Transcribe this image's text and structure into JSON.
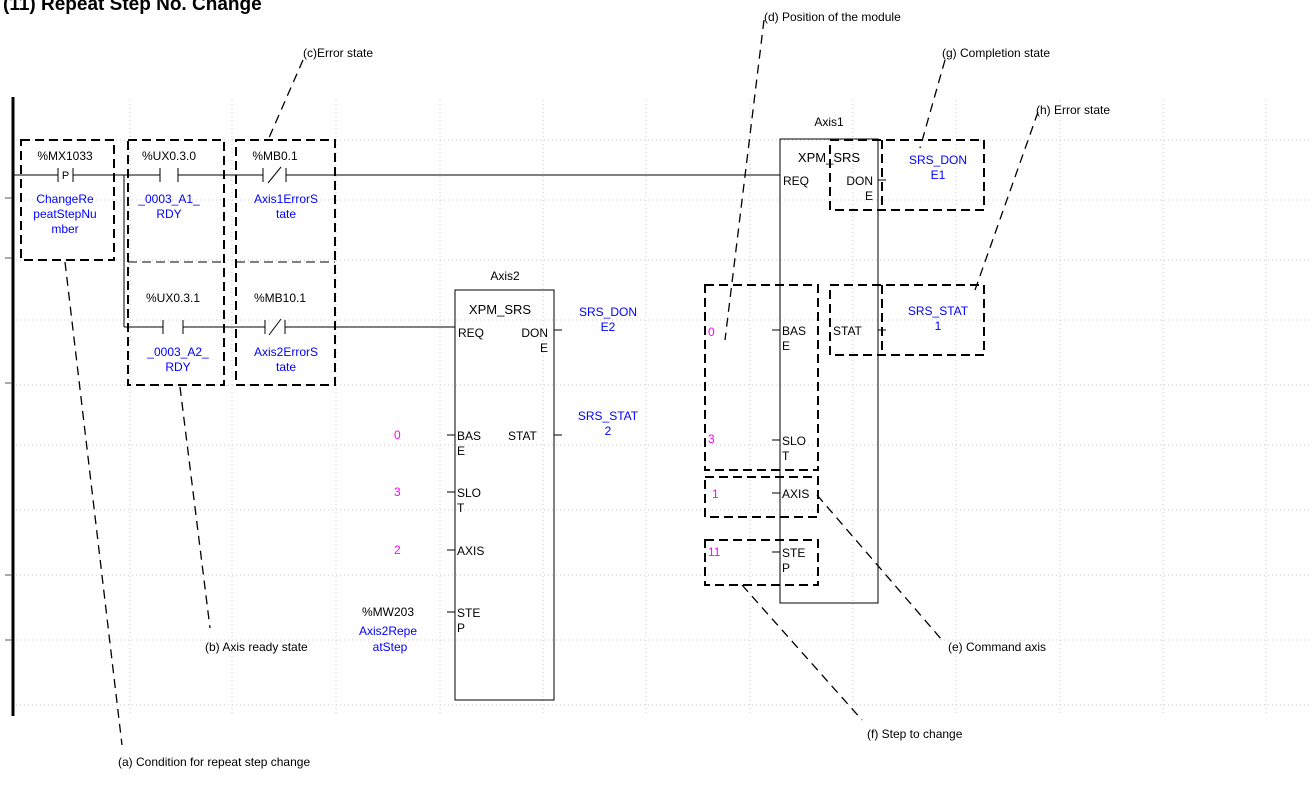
{
  "title": "(11) Repeat Step No. Change",
  "annotations": {
    "a": "(a) Condition for repeat step change",
    "b": "(b) Axis ready state",
    "c": "(c)Error state",
    "d": "(d) Position of the module",
    "e": "(e) Command axis",
    "f": "(f) Step to change",
    "g": "(g) Completion state",
    "h": "(h) Error state"
  },
  "rung1": {
    "contacts": [
      {
        "address": "%MX1033",
        "symbol": "P",
        "name_lines": [
          "ChangeRe",
          "peatStepNu",
          "mber"
        ]
      },
      {
        "address": "%UX0.3.0",
        "symbol": "",
        "name_lines": [
          "_0003_A1_",
          "RDY"
        ]
      },
      {
        "address": "%MB0.1",
        "symbol": "/",
        "name_lines": [
          "Axis1ErrorS",
          "tate"
        ]
      }
    ]
  },
  "rung2": {
    "contacts": [
      {
        "address": "%UX0.3.1",
        "symbol": "",
        "name_lines": [
          "_0003_A2_",
          "RDY"
        ]
      },
      {
        "address": "%MB10.1",
        "symbol": "/",
        "name_lines": [
          "Axis2ErrorS",
          "tate"
        ]
      }
    ]
  },
  "block_axis1": {
    "instance": "Axis1",
    "function": "XPM_SRS",
    "in_pins": {
      "req": "REQ",
      "base": [
        "BAS",
        "E"
      ],
      "slot": [
        "SLO",
        "T"
      ],
      "axis": "AXIS",
      "step": [
        "STE",
        "P"
      ]
    },
    "out_pins": {
      "done": [
        "DON",
        "E"
      ],
      "stat": "STAT"
    },
    "inputs": {
      "base": "0",
      "slot": "3",
      "axis": "1",
      "step": "11"
    },
    "outputs": {
      "done": [
        "SRS_DON",
        "E1"
      ],
      "stat": [
        "SRS_STAT",
        "1"
      ]
    }
  },
  "block_axis2": {
    "instance": "Axis2",
    "function": "XPM_SRS",
    "in_pins": {
      "req": "REQ",
      "base": [
        "BAS",
        "E"
      ],
      "slot": [
        "SLO",
        "T"
      ],
      "axis": "AXIS",
      "step": [
        "STE",
        "P"
      ]
    },
    "out_pins": {
      "done": [
        "DON",
        "E"
      ],
      "stat": "STAT"
    },
    "inputs": {
      "base": "0",
      "slot": "3",
      "axis": "2",
      "step_address": "%MW203",
      "step_name": [
        "Axis2Repe",
        "atStep"
      ]
    },
    "outputs": {
      "done": [
        "SRS_DON",
        "E2"
      ],
      "stat": [
        "SRS_STAT",
        "2"
      ]
    }
  },
  "colors": {
    "variable": "#0000ff",
    "constant": "#ff00ff",
    "line": "#000000",
    "grid": "#c8c8c8"
  }
}
